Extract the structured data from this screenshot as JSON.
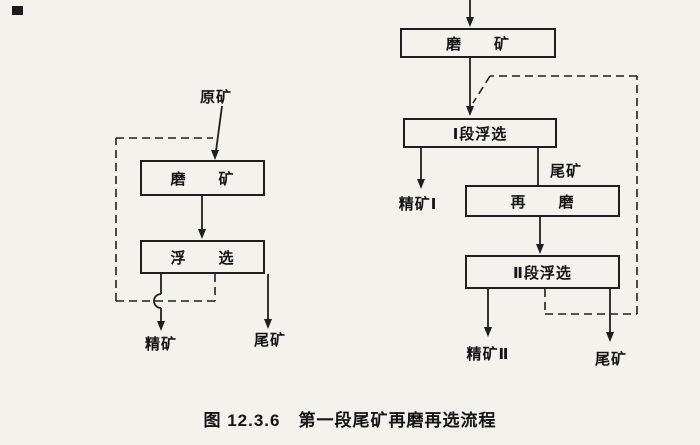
{
  "figure": {
    "caption": "图 12.3.6　第一段尾矿再磨再选流程"
  },
  "left": {
    "feed_label": "原矿",
    "grind_box": "磨　　矿",
    "flotation_box": "浮　　选",
    "concentrate_label": "精矿",
    "tailings_label": "尾矿"
  },
  "right": {
    "grind_box": "磨　　矿",
    "flotation1_box": "Ⅰ段浮选",
    "tailings_mid_label": "尾矿",
    "concentrate1_label": "精矿Ⅰ",
    "regrind_box": "再　　磨",
    "flotation2_box": "Ⅱ段浮选",
    "concentrate2_label": "精矿Ⅱ",
    "tailings_final_label": "尾矿"
  },
  "colors": {
    "ink": "#1f1f1f",
    "paper": "#f3f2ed"
  }
}
